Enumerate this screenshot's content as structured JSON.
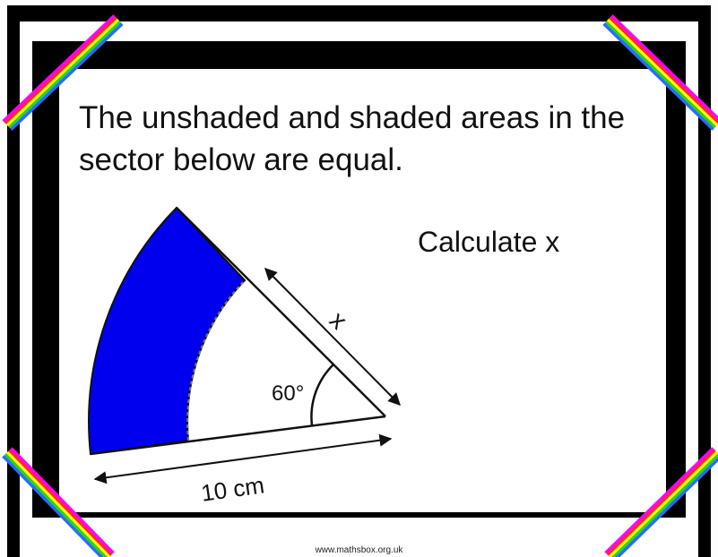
{
  "question": {
    "line1": "The unshaded and shaded areas in the",
    "line2": "sector below are equal."
  },
  "prompt": "Calculate x",
  "diagram": {
    "angle_label": "60°",
    "x_label": "x",
    "radius_label": "10 cm",
    "angle_degrees": 60,
    "radius": 10,
    "shaded_color": "#0000ee"
  },
  "footer": "www.mathsbox.org.uk",
  "colors": {
    "frame": "#000000",
    "rainbow": [
      "#ff00ff",
      "#ff2a2a",
      "#ffff00",
      "#2ad12a",
      "#2a6bff"
    ]
  }
}
